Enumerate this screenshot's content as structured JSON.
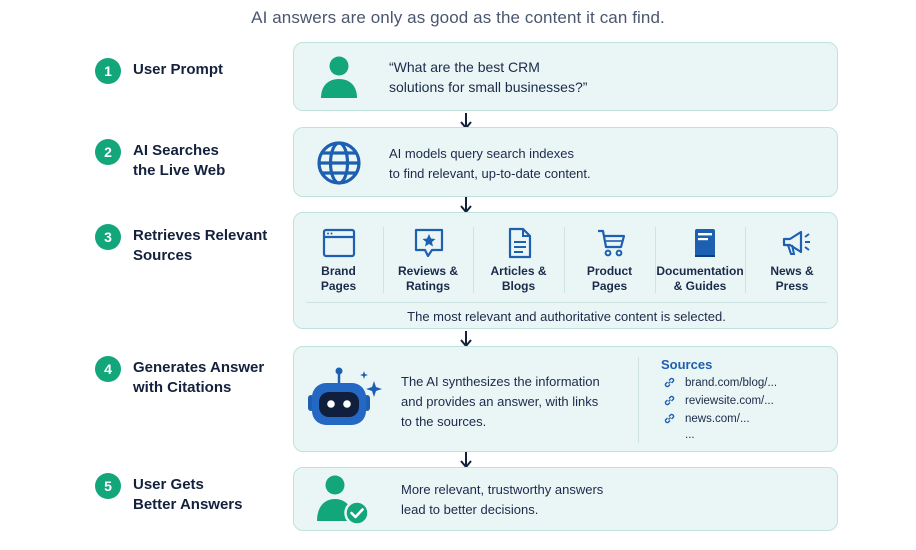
{
  "title": "AI answers are only as good as the content it can find.",
  "steps": [
    {
      "num": "1",
      "label": "User Prompt"
    },
    {
      "num": "2",
      "label": "AI Searches\nthe Live Web"
    },
    {
      "num": "3",
      "label": "Retrieves Relevant\nSources"
    },
    {
      "num": "4",
      "label": "Generates Answer\nwith Citations"
    },
    {
      "num": "5",
      "label": "User Gets\nBetter Answers"
    }
  ],
  "cards": {
    "prompt": {
      "text": "“What are the best CRM\nsolutions for small businesses?”"
    },
    "search": {
      "text": "AI models query search indexes\nto find relevant, up-to-date content."
    },
    "retrieve": {
      "sources": [
        {
          "label": "Brand\nPages",
          "icon": "browser-window-icon"
        },
        {
          "label": "Reviews &\nRatings",
          "icon": "star-speech-bubble-icon"
        },
        {
          "label": "Articles &\nBlogs",
          "icon": "document-icon"
        },
        {
          "label": "Product\nPages",
          "icon": "shopping-cart-icon"
        },
        {
          "label": "Documentation\n& Guides",
          "icon": "book-icon"
        },
        {
          "label": "News &\nPress",
          "icon": "megaphone-icon"
        }
      ],
      "footer": "The most relevant and authoritative content is selected."
    },
    "answer": {
      "text": "The AI synthesizes the information\nand provides an answer, with links\nto the sources.",
      "sources_heading": "Sources",
      "links": [
        "brand.com/blog/...",
        "reviewsite.com/...",
        "news.com/...",
        "..."
      ]
    },
    "result": {
      "text": "More relevant, trustworthy answers\nlead to better decisions."
    }
  },
  "colors": {
    "accent_green": "#12a67a",
    "accent_blue": "#1d5fb0",
    "card_bg": "#eaf6f6",
    "dark_navy": "#14213d"
  }
}
